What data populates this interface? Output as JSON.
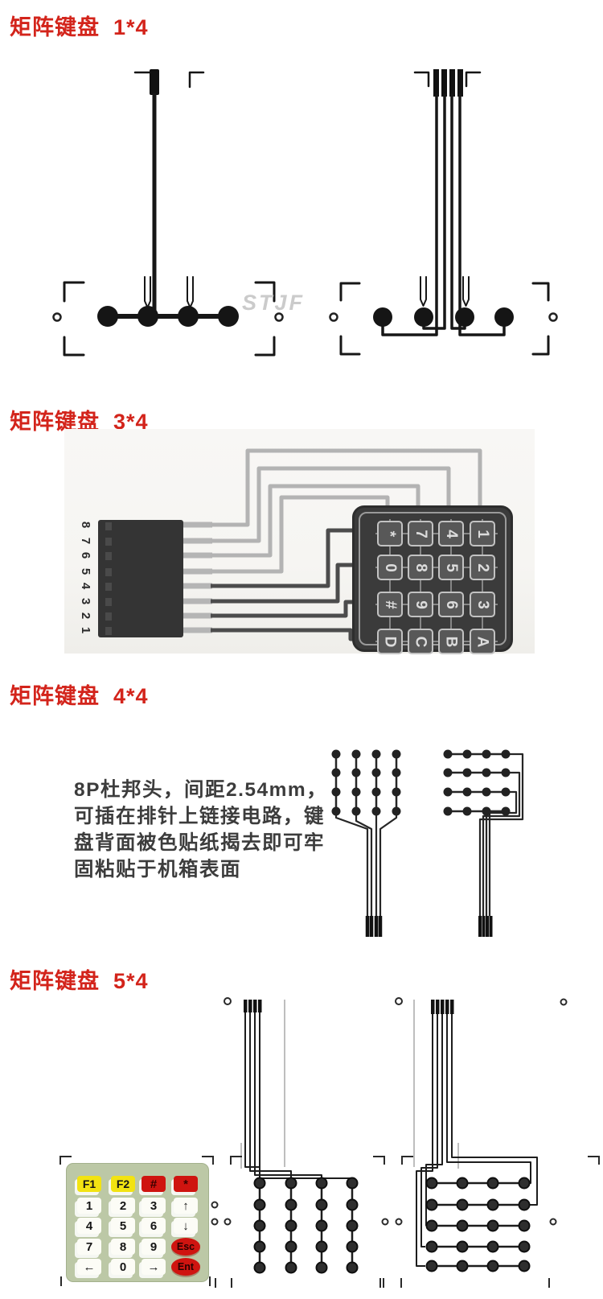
{
  "colors": {
    "accent_red": "#d3241b",
    "keypad_green": "#bcc8a6",
    "key_yellow": "#f2e312",
    "key_red": "#cf1410",
    "photo_bg": "#f6f5f2",
    "trace_dark": "#1d1d1d",
    "trace_light_gray": "#b3b3b3"
  },
  "sections": {
    "s1": {
      "title": "矩阵键盘  1*4"
    },
    "s2": {
      "title": "矩阵键盘  3*4"
    },
    "s3": {
      "title": "矩阵键盘  4*4",
      "desc_lines": [
        "8P杜邦头，间距2.54mm，",
        "可插在排针上链接电路，键",
        "盘背面被色贴纸揭去即可牢",
        "固粘贴于机箱表面"
      ]
    },
    "s4": {
      "title": "矩阵键盘  5*4"
    }
  },
  "watermark": "STJF",
  "keypad_3x4_photo": {
    "pin_labels": [
      "8",
      "7",
      "6",
      "5",
      "4",
      "3",
      "2",
      "1"
    ],
    "key_rows": [
      [
        "*",
        "7",
        "4",
        "1"
      ],
      [
        "0",
        "8",
        "5",
        "2"
      ],
      [
        "#",
        "9",
        "6",
        "3"
      ],
      [
        "D",
        "C",
        "B",
        "A"
      ]
    ]
  },
  "keypad_5x4": {
    "rows": [
      [
        {
          "label": "F1",
          "style": "yellow"
        },
        {
          "label": "F2",
          "style": "yellow"
        },
        {
          "label": "#",
          "style": "red"
        },
        {
          "label": "*",
          "style": "red"
        }
      ],
      [
        {
          "label": "1",
          "style": "white"
        },
        {
          "label": "2",
          "style": "white"
        },
        {
          "label": "3",
          "style": "white"
        },
        {
          "label": "↑",
          "style": "white"
        }
      ],
      [
        {
          "label": "4",
          "style": "white"
        },
        {
          "label": "5",
          "style": "white"
        },
        {
          "label": "6",
          "style": "white"
        },
        {
          "label": "↓",
          "style": "white"
        }
      ],
      [
        {
          "label": "7",
          "style": "white"
        },
        {
          "label": "8",
          "style": "white"
        },
        {
          "label": "9",
          "style": "white"
        },
        {
          "label": "Esc",
          "style": "oval"
        }
      ],
      [
        {
          "label": "←",
          "style": "white"
        },
        {
          "label": "0",
          "style": "white"
        },
        {
          "label": "→",
          "style": "white"
        },
        {
          "label": "Ent",
          "style": "oval"
        }
      ]
    ]
  }
}
